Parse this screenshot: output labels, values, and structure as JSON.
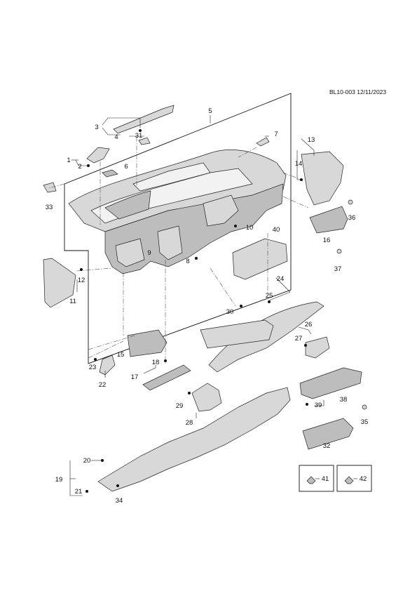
{
  "header": {
    "ref": "BL10-003 12/11/2023"
  },
  "callouts": [
    "1",
    "2",
    "3",
    "4",
    "5",
    "6",
    "7",
    "8",
    "9",
    "10",
    "11",
    "12",
    "13",
    "14",
    "15",
    "16",
    "17",
    "18",
    "19",
    "20",
    "21",
    "22",
    "23",
    "24",
    "25",
    "26",
    "27",
    "28",
    "29",
    "30",
    "31",
    "32",
    "33",
    "34",
    "35",
    "36",
    "37",
    "38",
    "39",
    "40",
    "41",
    "42"
  ],
  "colors": {
    "line": "#222222",
    "part_fill": "#d8d8d8",
    "part_dark": "#bdbdbd"
  }
}
